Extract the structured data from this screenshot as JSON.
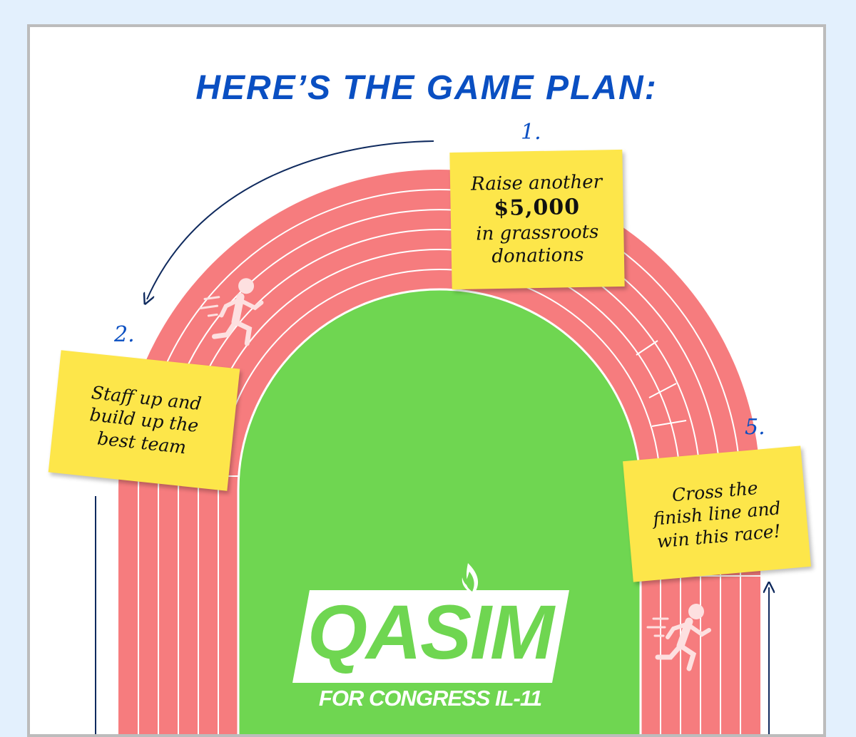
{
  "title": "HERE’S THE GAME PLAN:",
  "steps": [
    {
      "number": "1.",
      "lines": [
        "Raise another",
        "$5,000",
        "in grassroots",
        "donations"
      ]
    },
    {
      "number": "2.",
      "lines": [
        "Staff up and",
        "build up the",
        "best team"
      ]
    },
    {
      "number": "5.",
      "lines": [
        "Cross the",
        "finish line and",
        "win this race!"
      ]
    }
  ],
  "logo": {
    "name": "QASIM",
    "subtitle": "FOR CONGRESS IL-11"
  },
  "icons": [
    "runner-icon",
    "torch-flame-icon",
    "arrow-icon"
  ],
  "colors": {
    "background": "#e3f0fd",
    "title": "#0a4fc2",
    "track": "#f67c7e",
    "field": "#6fd651",
    "sticky_note": "#fde64a",
    "arrow": "#0f2a5e"
  }
}
